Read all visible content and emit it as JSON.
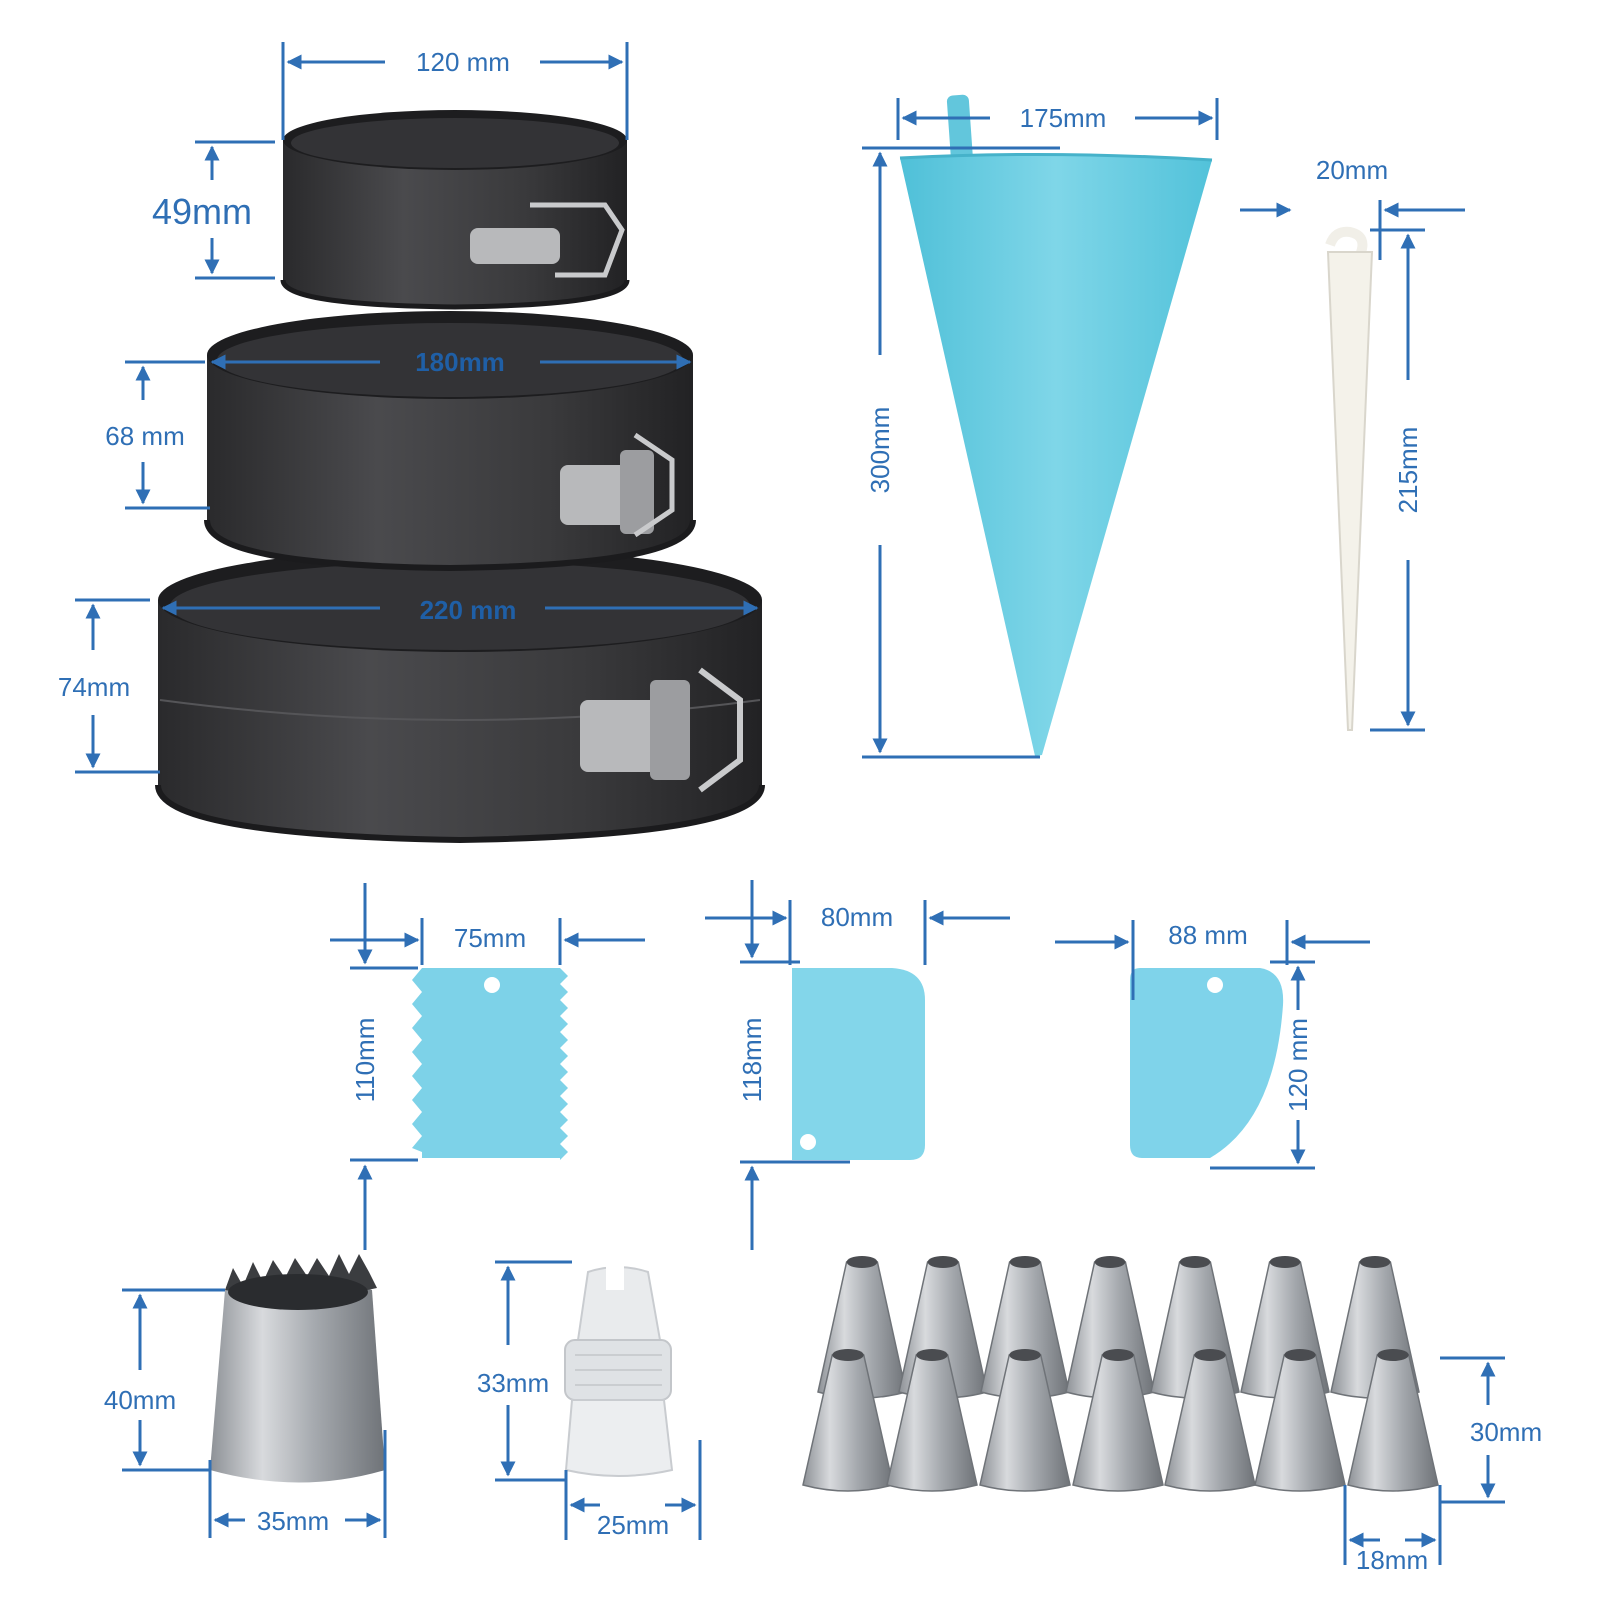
{
  "colors": {
    "dimension": "#2f6fb5",
    "pan": "#3a3a3c",
    "pan_dark": "#242426",
    "silicone": "#5ec8de",
    "scraper": "#7fd3ea",
    "steel": "#b9bcc0",
    "coupler": "#e6e8ea"
  },
  "pans": {
    "small": {
      "width": "120 mm",
      "height": "49mm"
    },
    "medium": {
      "width": "180mm",
      "height": "68 mm"
    },
    "large": {
      "width": "220 mm",
      "height": "74mm"
    }
  },
  "piping_bag": {
    "width": "175mm",
    "height": "300mm"
  },
  "clip": {
    "width": "20mm",
    "height": "215mm"
  },
  "scrapers": {
    "toothed": {
      "width": "75mm",
      "height": "110mm"
    },
    "rectangular": {
      "width": "80mm",
      "height": "118mm"
    },
    "round": {
      "width": "88 mm",
      "height": "120 mm"
    }
  },
  "large_tip": {
    "height": "40mm",
    "width": "35mm"
  },
  "coupler": {
    "height": "33mm",
    "width": "25mm"
  },
  "tips_set": {
    "height": "30mm",
    "width": "18mm"
  },
  "icons": [
    "springform-pan-small",
    "springform-pan-medium",
    "springform-pan-large",
    "piping-bag",
    "bag-clip",
    "comb-scraper",
    "bench-scraper",
    "bowl-scraper",
    "large-piping-tip",
    "coupler",
    "piping-tips-set"
  ]
}
